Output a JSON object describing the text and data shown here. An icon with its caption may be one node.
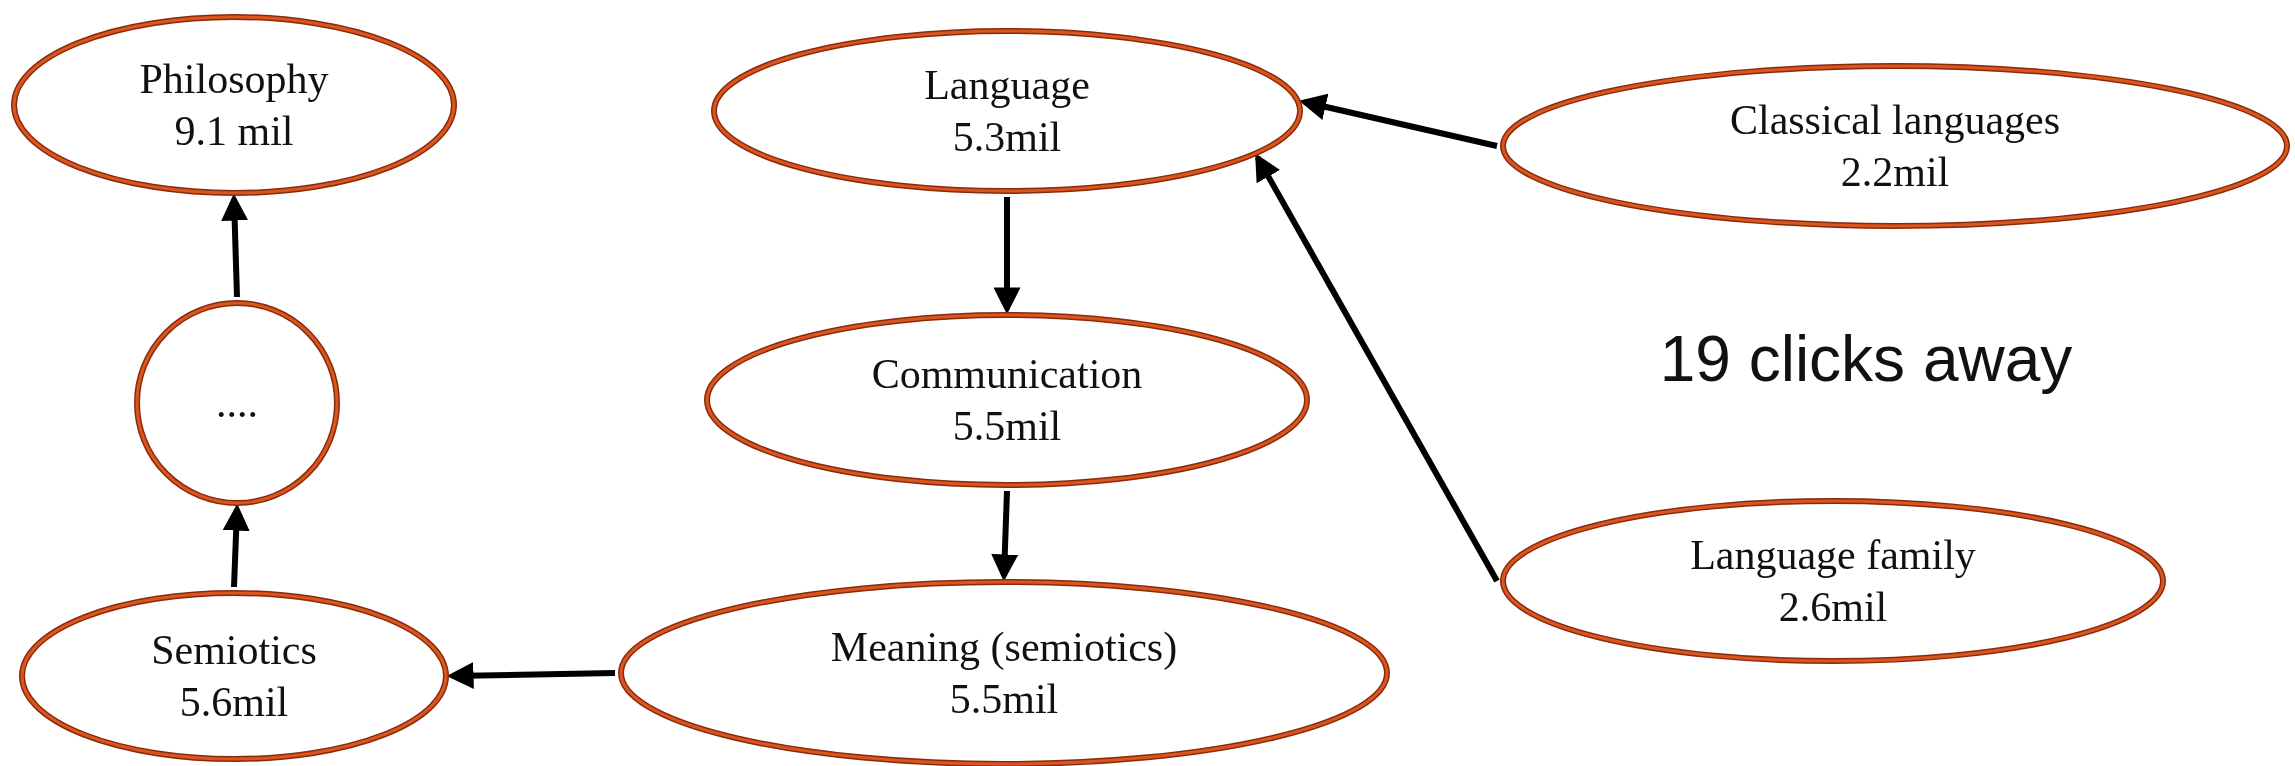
{
  "diagram": {
    "nodes": [
      {
        "text": [
          "Philosophy",
          "9.1 mil"
        ]
      },
      {
        "text": [
          "Language",
          "5.3mil"
        ]
      },
      {
        "text": [
          "Classical languages",
          "2.2mil"
        ]
      },
      {
        "text": [
          "...."
        ]
      },
      {
        "text": [
          "Communication",
          "5.5mil"
        ]
      },
      {
        "text": [
          "Language family",
          "2.6mil"
        ]
      },
      {
        "text": [
          "Semiotics",
          "5.6mil"
        ]
      },
      {
        "text": [
          "Meaning (semiotics)",
          "5.5mil"
        ]
      }
    ],
    "edges": [
      {
        "from": 6,
        "to": 3,
        "arrow": "to"
      },
      {
        "from": 3,
        "to": 0,
        "arrow": "to"
      },
      {
        "from": 1,
        "to": 4,
        "arrow": "to"
      },
      {
        "from": 4,
        "to": 7,
        "arrow": "to"
      },
      {
        "from": 7,
        "to": 6,
        "arrow": "to"
      },
      {
        "from": 2,
        "to": 1,
        "arrow": "to"
      },
      {
        "from": 5,
        "to": 1,
        "arrow": "to"
      }
    ],
    "labels": [
      "19 clicks away"
    ]
  }
}
